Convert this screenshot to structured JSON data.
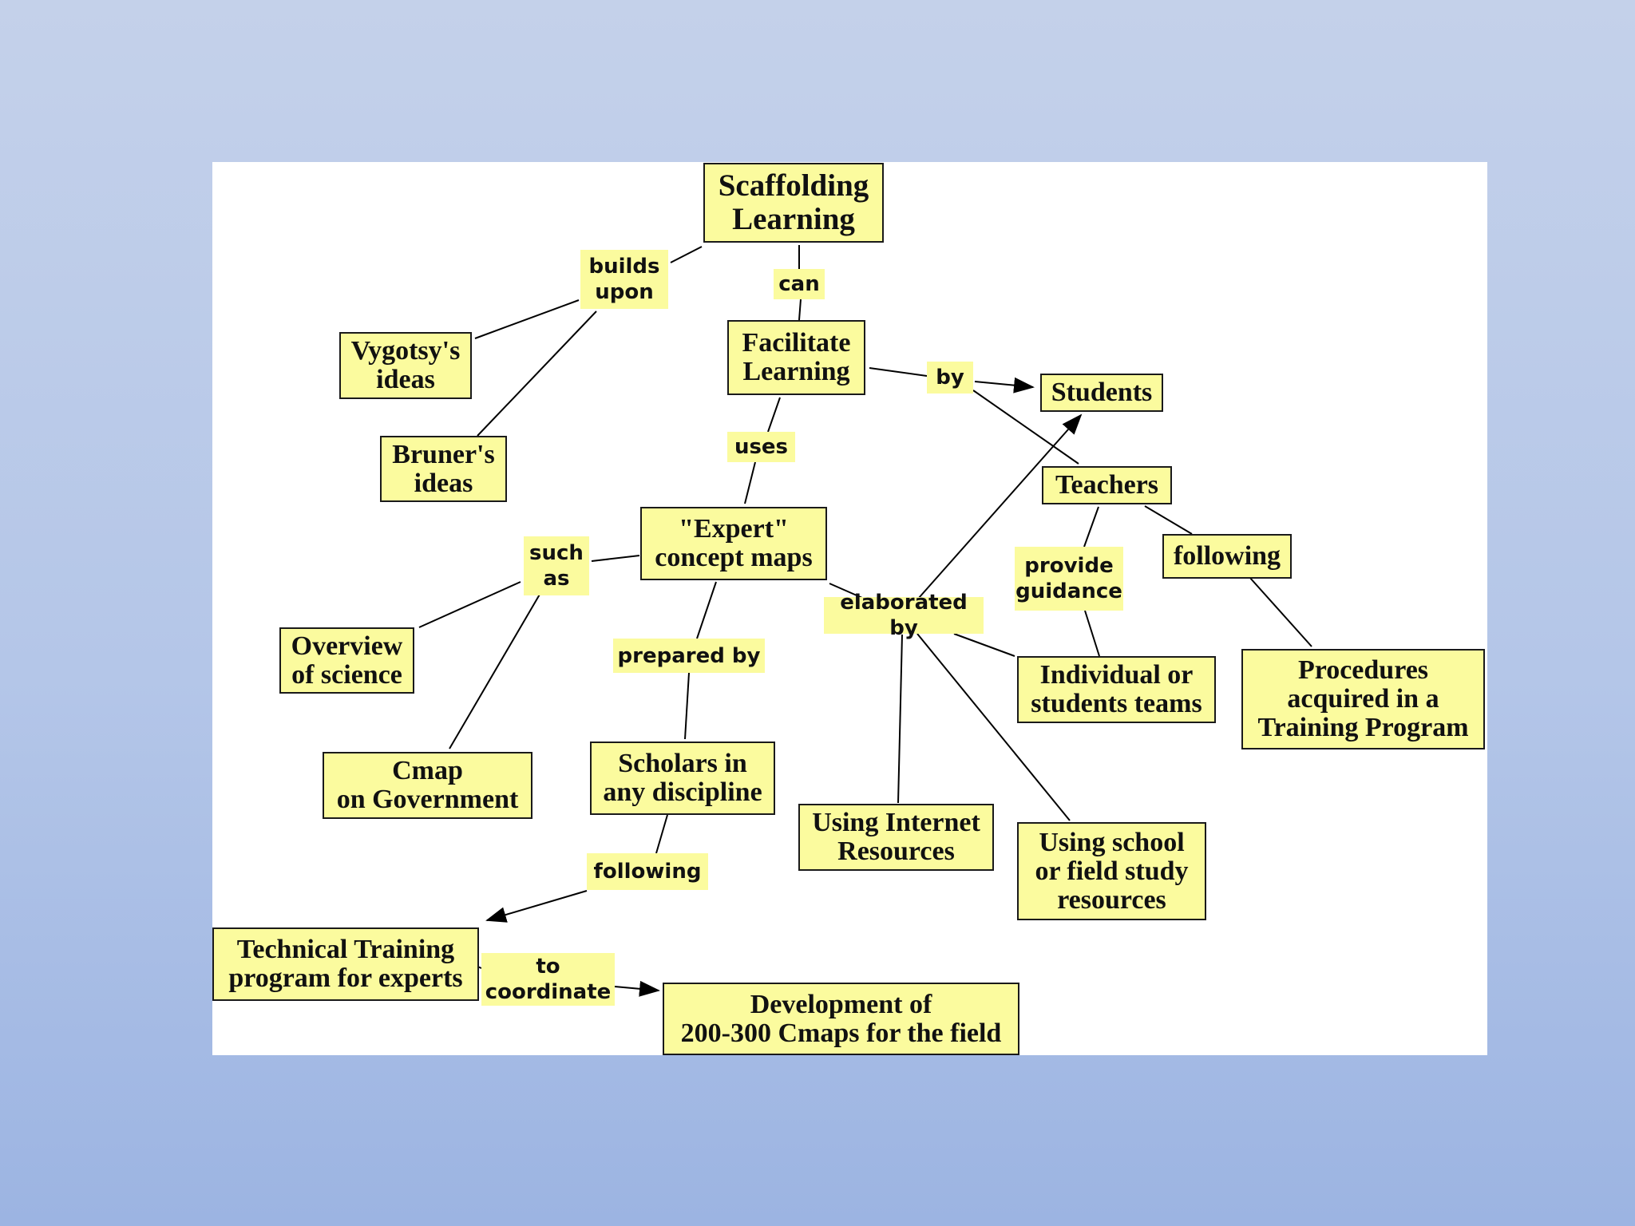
{
  "concepts": {
    "scaffolding": "Scaffolding\nLearning",
    "facilitate": "Facilitate\nLearning",
    "vygotsky": "Vygotsy's\nideas",
    "bruner": "Bruner's\nideas",
    "students": "Students",
    "teachers": "Teachers",
    "expert_maps": "\"Expert\"\nconcept maps",
    "following_node": "following",
    "overview_science": "Overview\nof science",
    "individual_teams": "Individual or\nstudents teams",
    "procedures": "Procedures\nacquired in a\nTraining Program",
    "cmap_government": "Cmap\non Government",
    "scholars": "Scholars in\nany discipline",
    "internet_resources": "Using Internet\nResources",
    "school_resources": "Using school\nor field study\nresources",
    "technical_training": "Technical Training\nprogram for experts",
    "development": "Development of\n200-300 Cmaps for the field"
  },
  "links": {
    "builds_upon": "builds\nupon",
    "can": "can",
    "by": "by",
    "uses": "uses",
    "such_as": "such\nas",
    "provide_guidance": "provide\nguidance",
    "elaborated_by": "elaborated by",
    "prepared_by": "prepared by",
    "following": "following",
    "to_coordinate": "to\ncoordinate"
  }
}
